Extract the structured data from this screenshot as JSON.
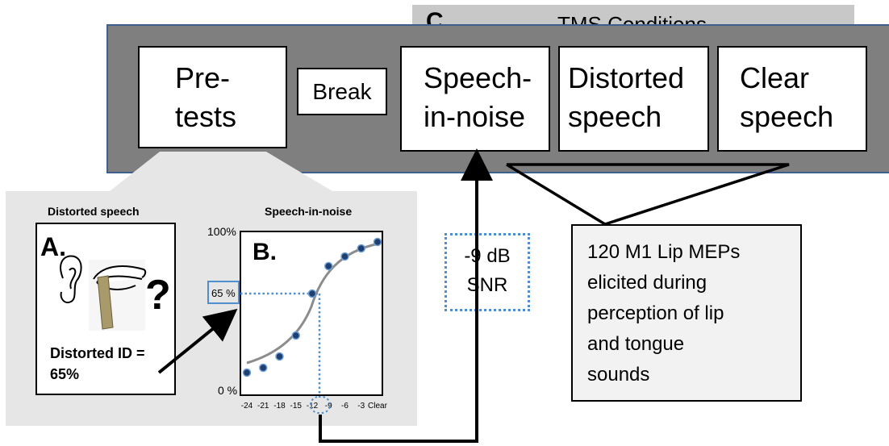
{
  "section_c": {
    "letter": "C.",
    "title": "TMS Conditions"
  },
  "pretests": {
    "line1": "Pre-",
    "line2": "tests"
  },
  "break_label": "Break",
  "conditions": [
    {
      "line1": "Speech-",
      "line2": "in-noise"
    },
    {
      "line1": "Distorted",
      "line2": "speech"
    },
    {
      "line1": "Clear",
      "line2": "speech"
    }
  ],
  "panel_a": {
    "header": "Distorted speech",
    "letter": "A.",
    "question_mark": "?",
    "result_line1": "Distorted ID =",
    "result_line2": "65%",
    "icons": [
      "ear-icon",
      "lips-icon",
      "tongue-depressor-icon"
    ]
  },
  "panel_b": {
    "header": "Speech-in-noise",
    "letter": "B.",
    "y_top": "100%",
    "y_bottom": "0 %",
    "highlight_y": "65 %",
    "highlight_x": "-12",
    "x_ticks": [
      "-24",
      "-21",
      "-18",
      "-15",
      "-12",
      "-9",
      "-6",
      "-3",
      "Clear"
    ]
  },
  "snr_box": {
    "line1": "-9 dB",
    "line2": "SNR"
  },
  "mep_box": {
    "lines": [
      "120 M1 Lip MEPs",
      "elicited during",
      "perception of lip",
      "and tongue",
      "sounds"
    ]
  },
  "colors": {
    "band": "#7f7f7f",
    "band_border": "#3f5f8f",
    "tab": "#c8c8c8",
    "panel": "#e6e6e6",
    "dotted": "#4f8fd0",
    "curve": "#8c8c8c",
    "point_fill": "#1f3f6f",
    "point_edge": "#6fa0d8"
  },
  "chart_data": {
    "type": "scatter",
    "x_categories": [
      "-24",
      "-21",
      "-18",
      "-15",
      "-12",
      "-9",
      "-6",
      "-3",
      "Clear"
    ],
    "y_tick_labels": [
      "0 %",
      "100%"
    ],
    "ylim": [
      0,
      100
    ],
    "highlight": {
      "x": "-12",
      "y": 65
    },
    "series": [
      {
        "points_y": [
          14,
          17,
          24,
          37,
          63,
          80,
          86,
          91,
          95
        ]
      }
    ],
    "fit": "sigmoid",
    "grid": false
  }
}
